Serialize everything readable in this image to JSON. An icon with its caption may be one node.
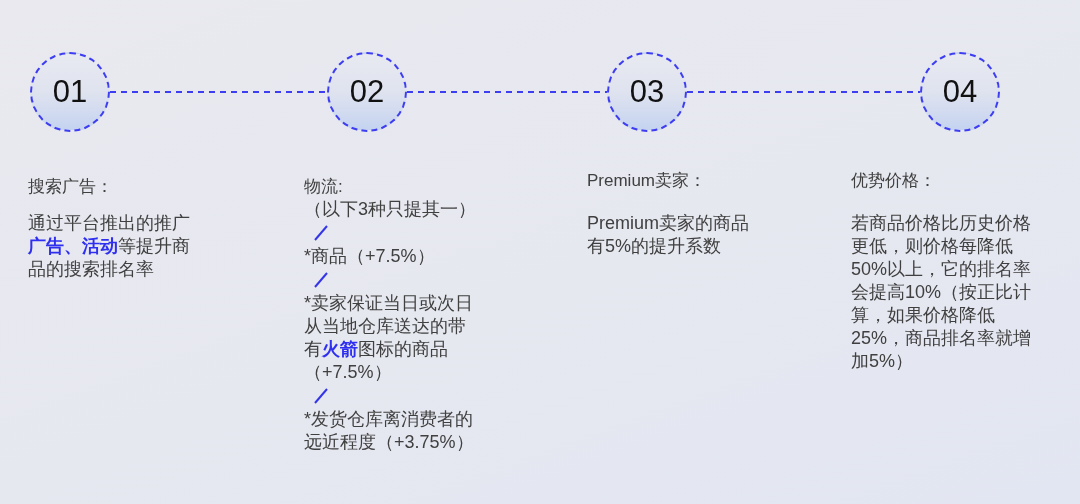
{
  "diagram": {
    "nodes": [
      {
        "text": [
          "01"
        ],
        "beside": [
          "搜索广告：",
          "通过平台推出的推广**广告、活动**等提升商品的搜索排名率"
        ]
      },
      {
        "text": [
          "02"
        ],
        "beside": [
          "物流:",
          "（以下3种只提其一）",
          "*商品（+7.5%）",
          "*卖家保证当日或次日从当地仓库送达的带有**火箭**图标的商品（+7.5%）",
          "*发货仓库离消费者的远近程度（+3.75%）"
        ]
      },
      {
        "text": [
          "03"
        ],
        "beside": [
          "Premium卖家：",
          "Premium卖家的商品有5%的提升系数"
        ]
      },
      {
        "text": [
          "04"
        ],
        "beside": [
          "优势价格：",
          "若商品价格比历史价格更低，则价格每降低50%以上，它的排名率会提高10%（按正比计算，如果价格降低25%，商品排名率就增加5%）"
        ]
      }
    ],
    "edges": [
      {
        "from": 0,
        "to": 1,
        "arrow": "none",
        "style": "dashed"
      },
      {
        "from": 1,
        "to": 2,
        "arrow": "none",
        "style": "dashed"
      },
      {
        "from": 2,
        "to": 3,
        "arrow": "none",
        "style": "dashed"
      }
    ]
  }
}
